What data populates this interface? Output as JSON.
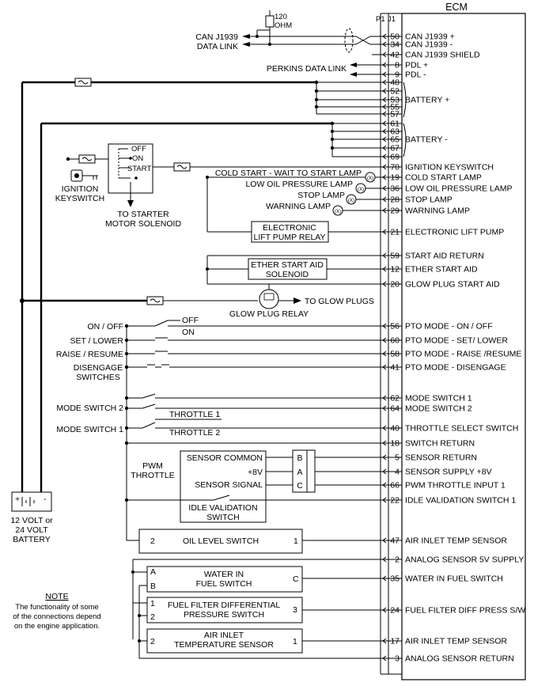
{
  "ecm": {
    "title": "ECM",
    "p1": "P1",
    "j1": "J1"
  },
  "can": {
    "resistor": [
      "120",
      "OHM"
    ],
    "label": [
      "CAN J1939",
      "DATA LINK"
    ]
  },
  "perkins_data_link": "PERKINS DATA LINK",
  "ignition": {
    "keyswitch_label": [
      "IGNITION",
      "KEYSWITCH"
    ],
    "switch_positions": [
      "OFF",
      "ON",
      "START"
    ],
    "to_starter": [
      "TO STARTER",
      "MOTOR SOLENOID"
    ]
  },
  "lamps": [
    "COLD START  - WAIT TO START LAMP",
    "LOW OIL PRESSURE LAMP",
    "STOP LAMP",
    "WARNING  LAMP"
  ],
  "lift_pump_relay": [
    "ELECTRONIC",
    "LIFT PUMP RELAY"
  ],
  "ether_solenoid": [
    "ETHER START AID",
    "SOLENOID"
  ],
  "glow_plug": {
    "to_plugs": "TO GLOW PLUGS",
    "relay": "GLOW PLUG RELAY"
  },
  "pto_switches": {
    "on_off": "ON / OFF",
    "off": "OFF",
    "on": "ON",
    "set_lower": "SET / LOWER",
    "raise_resume": "RAISE / RESUME",
    "disengage": [
      "DISENGAGE",
      "SWITCHES"
    ]
  },
  "mode_switches": {
    "ms2": "MODE SWITCH 2",
    "ms1": "MODE SWITCH 1",
    "throttle1": "THROTTLE 1",
    "throttle2": "THROTTLE 2"
  },
  "pwm": {
    "label": [
      "PWM",
      "THROTTLE"
    ],
    "sensor_common": "SENSOR COMMON",
    "plus8v": "+8V",
    "sensor_signal": "SENSOR SIGNAL",
    "pins": [
      "B",
      "A",
      "C"
    ],
    "idle_validation": [
      "IDLE VALIDATION",
      "SWITCH"
    ]
  },
  "battery": {
    "plus": "+",
    "minus": "-",
    "label": [
      "12 VOLT or",
      "24 VOLT",
      "BATTERY"
    ]
  },
  "oil_level": {
    "label": "OIL LEVEL SWITCH",
    "pins": [
      "2",
      "1"
    ]
  },
  "water_fuel": {
    "label": [
      "WATER IN",
      "FUEL SWITCH"
    ],
    "pins": [
      "A",
      "B",
      "C"
    ]
  },
  "fuel_filter": {
    "label": [
      "FUEL FILTER DIFFERENTIAL",
      "PRESSURE SWITCH"
    ],
    "pins": [
      "1",
      "2",
      "3"
    ]
  },
  "air_inlet": {
    "label": [
      "AIR INLET",
      "TEMPERATURE SENSOR"
    ],
    "pins": [
      "2",
      "1"
    ]
  },
  "note": {
    "title": "NOTE",
    "lines": [
      "The functionality of some",
      "of the connections depend",
      "on the engine application."
    ]
  },
  "ecm_pins": [
    {
      "num": "50",
      "label": "CAN J1939 +"
    },
    {
      "num": "34",
      "label": "CAN J1939 -"
    },
    {
      "num": "42",
      "label": "CAN J1939 SHIELD"
    },
    {
      "num": "8",
      "label": "PDL +"
    },
    {
      "num": "9",
      "label": "PDL -"
    },
    {
      "num": "48",
      "label": ""
    },
    {
      "num": "52",
      "label": ""
    },
    {
      "num": "53",
      "label": "BATTERY +"
    },
    {
      "num": "55",
      "label": ""
    },
    {
      "num": "57",
      "label": ""
    },
    {
      "num": "61",
      "label": ""
    },
    {
      "num": "63",
      "label": ""
    },
    {
      "num": "65",
      "label": "BATTERY -"
    },
    {
      "num": "67",
      "label": ""
    },
    {
      "num": "69",
      "label": ""
    },
    {
      "num": "70",
      "label": "IGNITION KEYSWITCH"
    },
    {
      "num": "19",
      "label": "COLD START LAMP"
    },
    {
      "num": "36",
      "label": "LOW OIL PRESSURE LAMP"
    },
    {
      "num": "28",
      "label": "STOP LAMP"
    },
    {
      "num": "29",
      "label": "WARNING LAMP"
    },
    {
      "num": "21",
      "label": "ELECTRONIC LIFT PUMP"
    },
    {
      "num": "59",
      "label": "START AID RETURN"
    },
    {
      "num": "12",
      "label": "ETHER START AID"
    },
    {
      "num": "20",
      "label": "GLOW PLUG START AID"
    },
    {
      "num": "56",
      "label": "PTO MODE - ON / OFF"
    },
    {
      "num": "60",
      "label": "PTO MODE  - SET/ LOWER"
    },
    {
      "num": "58",
      "label": "PTO MODE - RAISE /RESUME"
    },
    {
      "num": "41",
      "label": "PTO MODE - DISENGAGE"
    },
    {
      "num": "62",
      "label": "MODE SWITCH 1"
    },
    {
      "num": "64",
      "label": "MODE SWITCH 2"
    },
    {
      "num": "40",
      "label": "THROTTLE SELECT SWITCH"
    },
    {
      "num": "18",
      "label": "SWITCH RETURN"
    },
    {
      "num": "5",
      "label": "SENSOR RETURN"
    },
    {
      "num": "4",
      "label": "SENSOR SUPPLY +8V"
    },
    {
      "num": "66",
      "label": "PWM THROTTLE INPUT 1"
    },
    {
      "num": "22",
      "label": "IDLE VALIDATION SWITCH 1"
    },
    {
      "num": "47",
      "label": "AIR INLET TEMP SENSOR"
    },
    {
      "num": "2",
      "label": "ANALOG SENSOR 5V SUPPLY"
    },
    {
      "num": "35",
      "label": "WATER IN FUEL SWITCH"
    },
    {
      "num": "24",
      "label": "FUEL FILTER DIFF PRESS S/W"
    },
    {
      "num": "17",
      "label": "AIR INLET TEMP SENSOR"
    },
    {
      "num": "3",
      "label": "ANALOG SENSOR RETURN"
    }
  ]
}
